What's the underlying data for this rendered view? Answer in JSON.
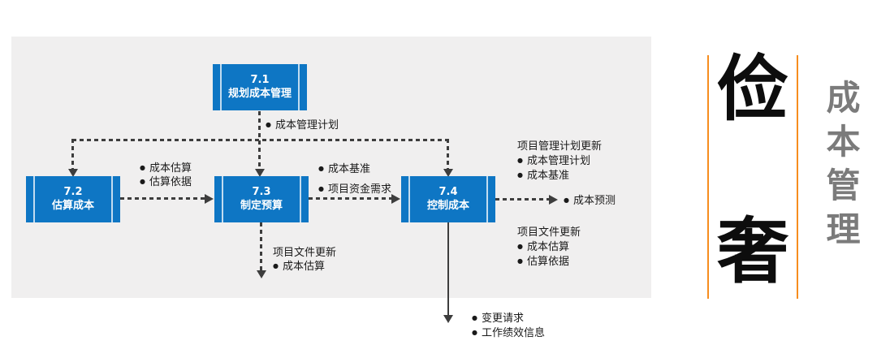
{
  "diagram": {
    "boxes": [
      {
        "id": "7.1",
        "name": "规划成本管理"
      },
      {
        "id": "7.2",
        "name": "估算成本"
      },
      {
        "id": "7.3",
        "name": "制定预算"
      },
      {
        "id": "7.4",
        "name": "控制成本"
      }
    ],
    "labels": {
      "cost_mgmt_plan": "成本管理计划",
      "estimate_outputs": [
        "成本估算",
        "估算依据"
      ],
      "budget_outputs": [
        "成本基准",
        "项目资金需求"
      ],
      "budget_doc_updates": {
        "header": "项目文件更新",
        "items": [
          "成本估算"
        ]
      },
      "cost_forecast": "成本预测",
      "pm_plan_updates": {
        "header": "项目管理计划更新",
        "items": [
          "成本管理计划",
          "成本基准"
        ]
      },
      "doc_updates": {
        "header": "项目文件更新",
        "items": [
          "成本估算",
          "估算依据"
        ]
      },
      "control_outputs": [
        "变更请求",
        "工作绩效信息"
      ]
    }
  },
  "sidebar": {
    "big_chars": [
      "俭",
      "奢"
    ],
    "vertical_title": "成本管理"
  },
  "colors": {
    "box_blue": "#0e76c4",
    "panel_gray": "#f0efef",
    "connector_gray": "#3d3d3d",
    "accent_orange": "#f78d1e",
    "title_gray": "#7b7b7b"
  }
}
